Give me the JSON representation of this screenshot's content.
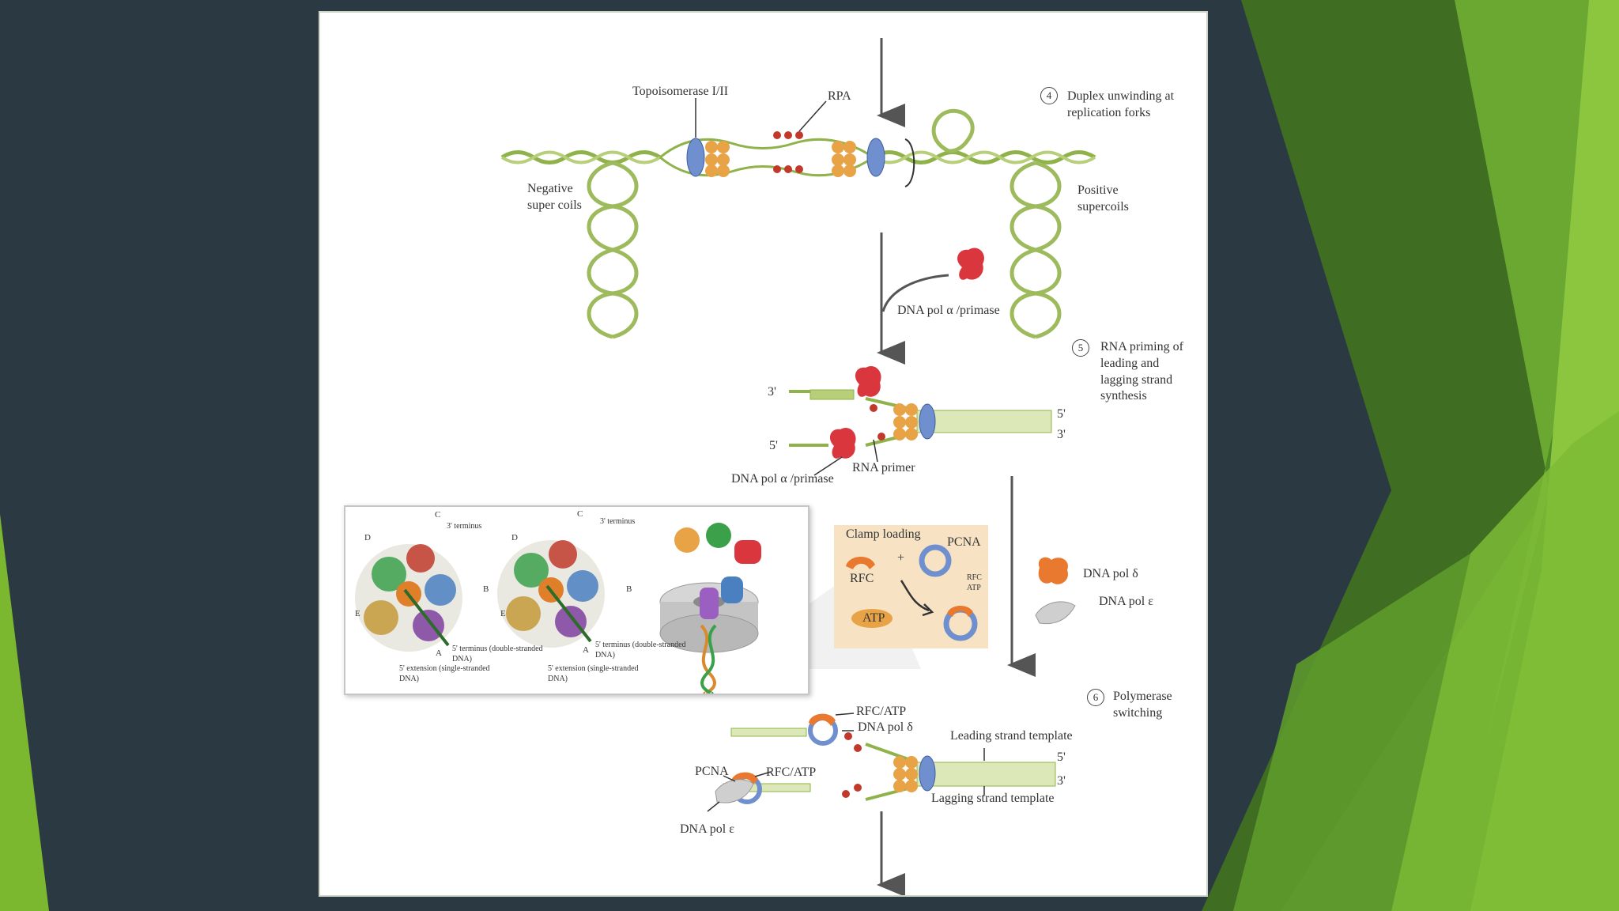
{
  "labels": {
    "topoisomerase": "Topoisomerase I/II",
    "rpa": "RPA",
    "negative_supercoils": "Negative super coils",
    "positive_supercoils": "Positive supercoils",
    "dna_pol_alpha_primase_top": "DNA pol α /primase",
    "three_prime_a": "3'",
    "five_prime_a": "5'",
    "five_prime_b": "5'",
    "three_prime_b": "3'",
    "rna_primer": "RNA primer",
    "dna_pol_alpha_primase_bottom": "DNA pol α /primase",
    "clamp_loading": "Clamp loading",
    "pcna_box": "PCNA",
    "rfc_box": "RFC",
    "plus_sign": "+",
    "rfc_atp_box": "RFC ATP",
    "atp": "ATP",
    "dna_pol_delta": "DNA pol δ",
    "dna_pol_epsilon": "DNA pol ε",
    "rfc_atp_top": "RFC/ATP",
    "dna_pol_delta_fork": "DNA pol δ",
    "leading_strand_template": "Leading strand template",
    "five_prime_c": "5'",
    "three_prime_c": "3'",
    "lagging_strand_template": "Lagging strand template",
    "pcna_fork": "PCNA",
    "rfc_atp_fork": "RFC/ATP",
    "dna_pol_epsilon_fork": "DNA pol ε"
  },
  "steps": [
    {
      "number": "4",
      "text": "Duplex unwinding at replication forks"
    },
    {
      "number": "5",
      "text": "RNA priming of leading and lagging strand synthesis"
    },
    {
      "number": "6",
      "text": "Polymerase switching"
    }
  ],
  "inset": {
    "c1": "C",
    "c2": "C",
    "d1": "D",
    "d2": "D",
    "b1": "B",
    "b2": "B",
    "e1": "E",
    "e2": "E",
    "a1": "A",
    "a2": "A",
    "three_terminus_1": "3' terminus",
    "three_terminus_2": "3' terminus",
    "five_terminus_1": "5' terminus (double-stranded DNA)",
    "five_terminus_2": "5' terminus (double-stranded DNA)",
    "five_extension_1": "5' extension (single-stranded DNA)",
    "five_extension_2": "5' extension (single-stranded DNA)"
  },
  "colors": {
    "slide_background": "#2b3a42",
    "accent_green": "#7cb82f",
    "dna_green": "#8fb34a",
    "helicase_orange": "#e8a347",
    "clamp_blue": "#6f8fcf",
    "primase_red": "#d9363e"
  }
}
